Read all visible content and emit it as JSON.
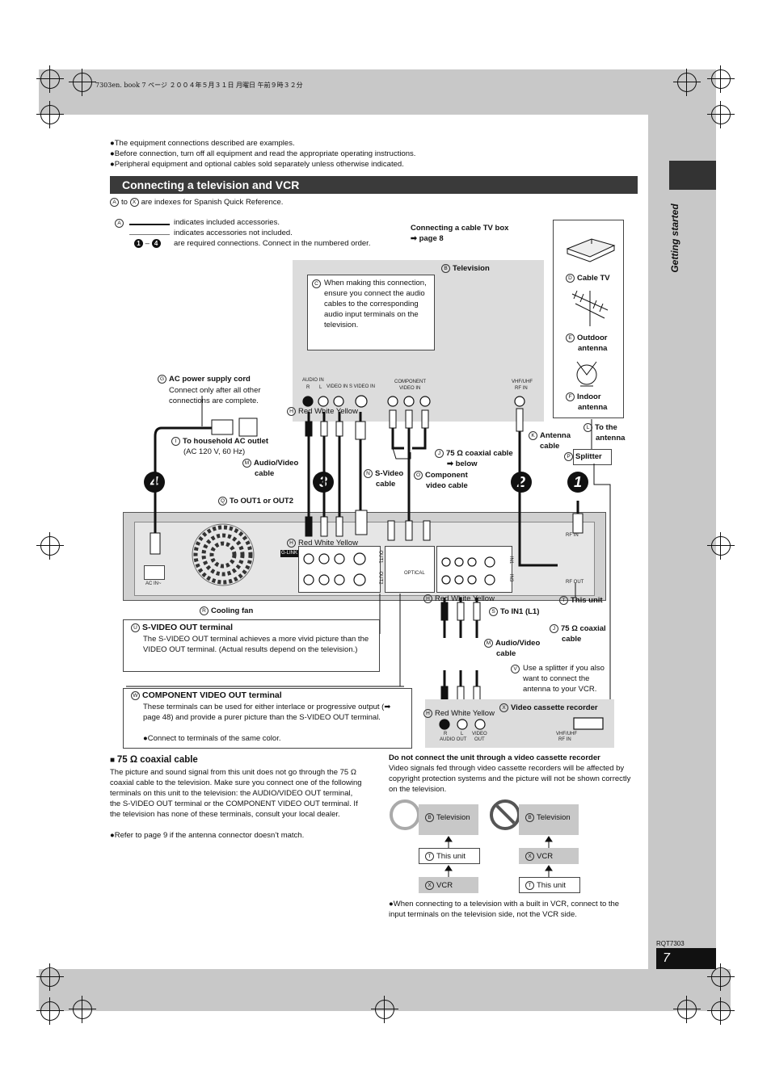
{
  "header": {
    "file_info": "7303en. book  7 ページ  ２００４年５月３１日  月曜日  午前９時３２分"
  },
  "intro_bullets": [
    "●The equipment connections described are examples.",
    "●Before connection, turn off all equipment and read the appropriate operating instructions.",
    "●Peripheral equipment and optional cables sold separately unless otherwise indicated."
  ],
  "section": {
    "title": "Connecting a television and VCR",
    "index_note_a": "A",
    "index_note_to": "to",
    "index_note_x": "X",
    "index_note_text": "are indexes for Spanish Quick Reference."
  },
  "side_tab": {
    "label": "Getting started"
  },
  "legend": {
    "marker": "A",
    "included": "indicates included accessories.",
    "not_included": "indicates accessories not included.",
    "num_from": "1",
    "num_dash": "–",
    "num_to": "4",
    "required": "are required connections. Connect in the numbered order."
  },
  "cable_box_note": {
    "line1": "Connecting a cable TV box",
    "line2": "➡ page 8"
  },
  "diagram": {
    "television": "Television",
    "note_c": "When making this connection, ensure you connect the audio cables to the corresponding audio input terminals on the television.",
    "tv_terms": {
      "audio_in": "AUDIO IN",
      "r": "R",
      "l": "L",
      "video_in": "VIDEO IN",
      "svideo_in": "S VIDEO IN",
      "component": "COMPONENT",
      "video_in2": "VIDEO IN",
      "vhf": "VHF/UHF",
      "rf_in": "RF IN"
    },
    "cable_tv": "Cable TV",
    "outdoor": "Outdoor",
    "outdoor2": "antenna",
    "indoor": "Indoor",
    "indoor2": "antenna",
    "ac_cord": "AC power supply cord",
    "ac_cord_note": "Connect only after all other connections are complete.",
    "household": "To household AC outlet",
    "household_spec": "(AC 120 V, 60 Hz)",
    "rwy": "Red White Yellow",
    "av_cable": "Audio/Video",
    "av_cable2": "cable",
    "svideo_cable": "S-Video",
    "svideo_cable2": "cable",
    "component_cable": "Component",
    "component_cable2": "video cable",
    "coax_below": "75 Ω coaxial cable",
    "coax_below2": "➡ below",
    "antenna_cable": "Antenna",
    "antenna_cable2": "cable",
    "to_antenna": "To the",
    "to_antenna2": "antenna",
    "splitter": "Splitter",
    "to_out": "To OUT1 or OUT2",
    "cooling_fan": "Cooling fan",
    "this_unit": "This unit",
    "to_in1": "To IN1 (L1)",
    "coax": "75 Ω coaxial",
    "coax2": "cable",
    "splitter_note": "Use a splitter if you also want to connect the antenna to your VCR.",
    "vcr_label": "Video cassette recorder",
    "vcr_terms": {
      "r": "R",
      "l": "L",
      "audio_out": "AUDIO OUT",
      "video": "VIDEO",
      "out": "OUT",
      "vhf": "VHF/UHF",
      "rf_in": "RF IN"
    },
    "unit_terms": {
      "ac_in": "AC IN~",
      "glink": "G-LINK",
      "out1": "OUT1",
      "out2": "OUT2",
      "in1": "IN1",
      "in3": "IN3",
      "optical": "OPTICAL",
      "rf": "RF IN",
      "rf_out": "RF OUT"
    }
  },
  "svideo_box": {
    "marker": "U",
    "title": "S-VIDEO OUT terminal",
    "text": "The S-VIDEO OUT terminal achieves a more vivid picture than the VIDEO OUT terminal. (Actual results depend on the television.)"
  },
  "component_box": {
    "marker": "W",
    "title": "COMPONENT VIDEO OUT terminal",
    "text": "These terminals can be used for either interlace or progressive output (➡ page 48) and provide a purer picture than the S-VIDEO OUT terminal.",
    "bullet": "●Connect to terminals of the same color."
  },
  "coax_section": {
    "title": "75 Ω coaxial cable",
    "text": "The picture and sound signal from this unit does not go through the 75 Ω coaxial cable to the television. Make sure you connect one of the following terminals on this unit to the television: the AUDIO/VIDEO OUT terminal, the S-VIDEO OUT terminal or the COMPONENT VIDEO OUT terminal. If the television has none of these terminals, consult your local dealer.",
    "bullet": "●Refer to page 9 if the antenna connector doesn’t match."
  },
  "vcr_warning": {
    "title": "Do not connect the unit through a video cassette recorder",
    "text": "Video signals fed through video cassette recorders will be affected by copyright protection systems and the picture will not be shown correctly on the television.",
    "good": {
      "tv": "Television",
      "unit": "This unit",
      "vcr": "VCR"
    },
    "bad": {
      "tv": "Television",
      "vcr": "VCR",
      "unit": "This unit"
    },
    "bullet": "●When connecting to a television with a built in VCR, connect to the input terminals on the television side, not the VCR side."
  },
  "footer": {
    "doc_code": "RQT7303",
    "page": "7"
  },
  "numbers": [
    "4",
    "3",
    "2",
    "1"
  ],
  "colors": {
    "section_bar": "#3a3a3a",
    "grey": "#c8c8c8",
    "panel": "#dcdcdc"
  }
}
